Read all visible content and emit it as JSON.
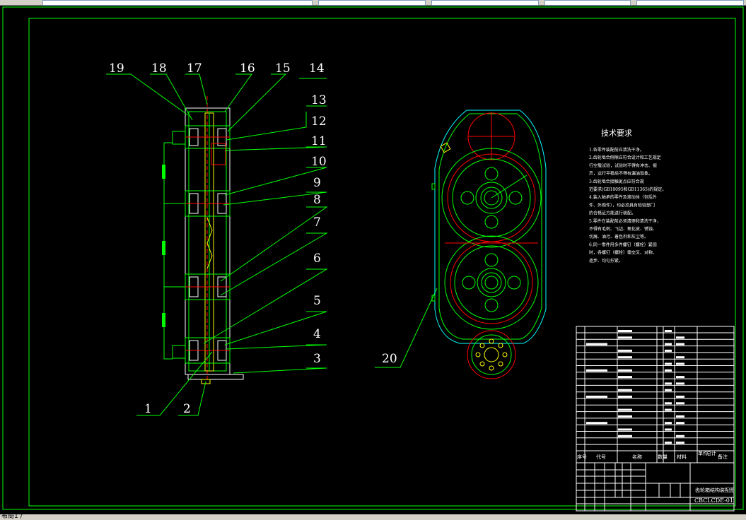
{
  "app": {
    "toolbar_fields": [
      "",
      "",
      "",
      "",
      ""
    ],
    "status_text": "布局1 /"
  },
  "drawing": {
    "colors": {
      "frame": "#00ff00",
      "white": "#ffffff",
      "red": "#ff0000",
      "yellow": "#ffff00",
      "cyan": "#00ffff"
    },
    "callouts_left": [
      "19",
      "18",
      "17",
      "16",
      "15",
      "14",
      "13",
      "12",
      "11",
      "10",
      "9",
      "8",
      "7",
      "6",
      "5",
      "4",
      "3",
      "1",
      "2"
    ],
    "callout_right": "20",
    "tech_title": "技术要求",
    "tech_lines": [
      "1.各零件装配前应清洗干净。",
      "2.齿轮啮合侧隙应符合设计和工艺规定",
      "行空载试验，试验时不得有冲击、振",
      "声，运行平稳后不得有漏油现象。",
      "3.齿轮啮合接触斑点应符合规",
      "范要求(GB10095和GB11365)的规定。",
      "4.装入轴承的零件及滚动体（包括外",
      "件、外购件），均必须具有检验部门",
      "的合格证方能进行装配。",
      "5.零件在装配前必须清理和清洗干净，",
      "不得有毛刺、飞边、氧化皮、锈蚀、",
      "切屑、油污、着色剂和灰尘等。",
      "6.同一零件用多件螺钉（螺栓）紧固",
      "时，各螺钉（螺栓）需交叉、对称、",
      "逐步、均匀拧紧。"
    ],
    "table_headers": [
      "序号",
      "代号",
      "名称",
      "数量",
      "材料",
      "单件",
      "总计",
      "备注"
    ],
    "title_block": {
      "drawing_name": "齿轮箱结构装配图",
      "drawing_no": "CBCLCDE-01"
    }
  }
}
